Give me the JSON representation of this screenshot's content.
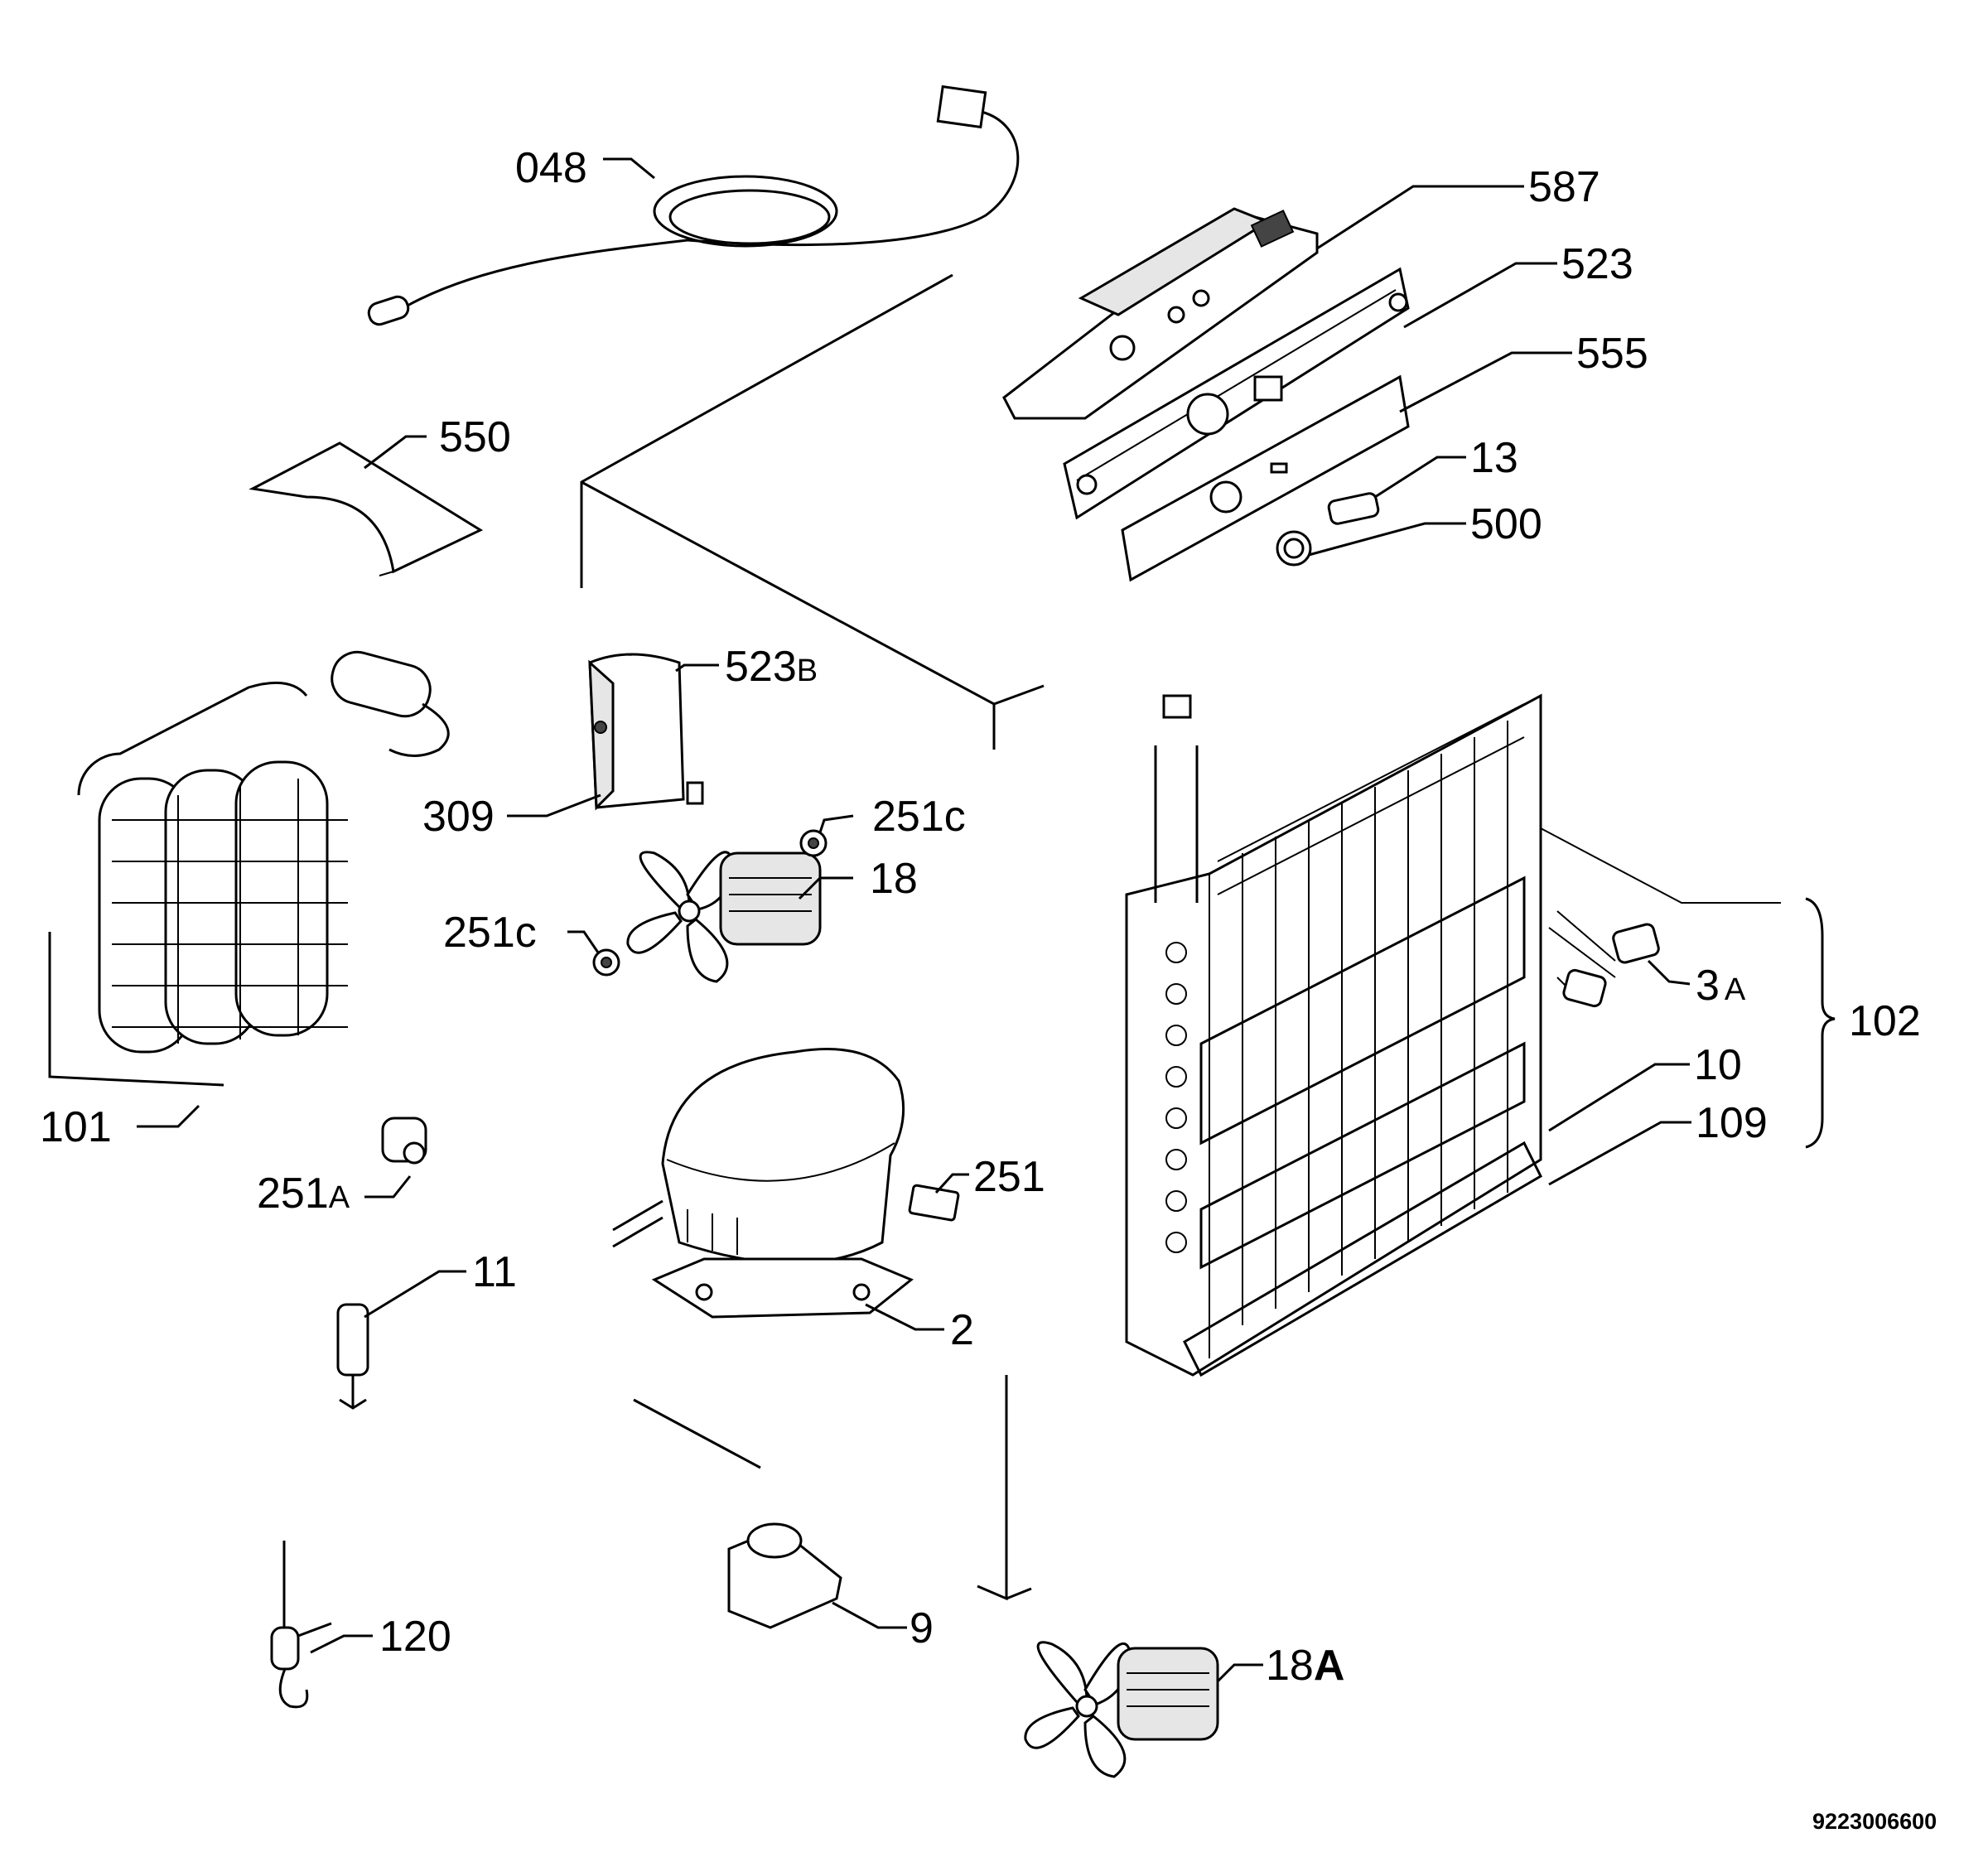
{
  "diagram": {
    "document_number": "9223006600",
    "callouts": {
      "p048": "048",
      "p587": "587",
      "p523": "523",
      "p555": "555",
      "p13": "13",
      "p500": "500",
      "p550": "550",
      "p523B_num": "523",
      "p523B_suffix": "B",
      "p309": "309",
      "p251c_top": "251c",
      "p18": "18",
      "p251c_left": "251c",
      "p101": "101",
      "p3A_num": "3",
      "p3A_suffix": "A",
      "p102": "102",
      "p10": "10",
      "p109": "109",
      "p251A_num": "251",
      "p251A_suffix": "A",
      "p251": "251",
      "p11": "11",
      "p2": "2",
      "p120": "120",
      "p9": "9",
      "p18A_num": "18",
      "p18A_suffix": "A"
    }
  }
}
